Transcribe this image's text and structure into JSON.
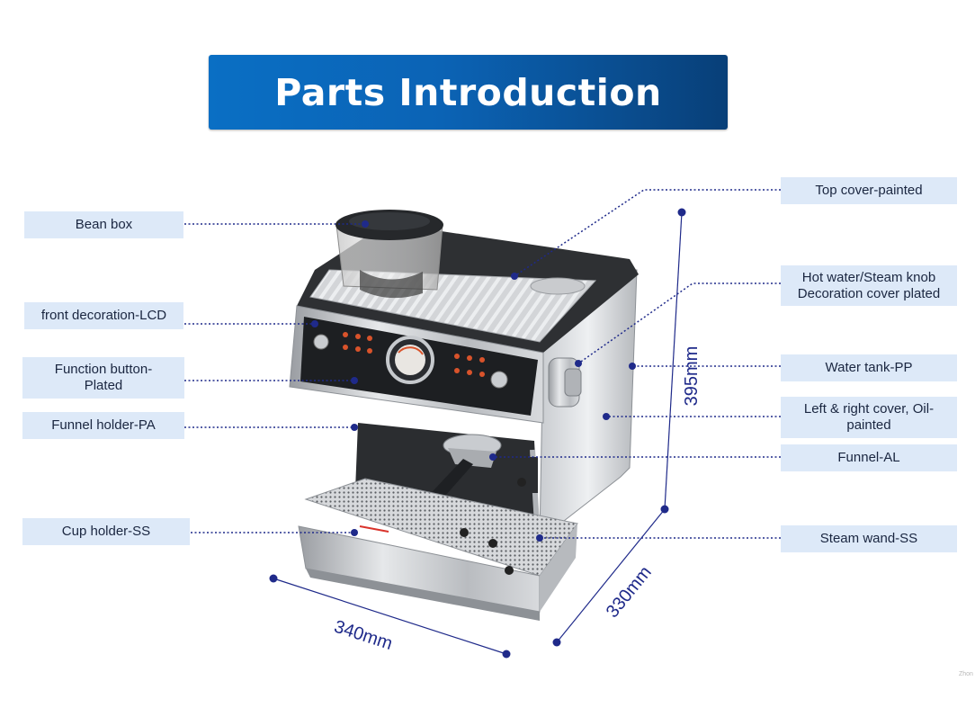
{
  "title": "Parts Introduction",
  "colors": {
    "banner": "#0a63b5",
    "label_bg": "#dde9f8",
    "leader": "#1f2a8a",
    "dimension": "#1f2a8a"
  },
  "left_labels": [
    {
      "id": "bean-box",
      "text": "Bean box"
    },
    {
      "id": "front-decoration",
      "text": "front decoration-LCD"
    },
    {
      "id": "function-button",
      "text": "Function button-\nPlated"
    },
    {
      "id": "funnel-holder",
      "text": "Funnel holder-PA"
    },
    {
      "id": "cup-holder",
      "text": "Cup holder-SS"
    }
  ],
  "right_labels": [
    {
      "id": "top-cover",
      "text": "Top cover-painted"
    },
    {
      "id": "steam-knob",
      "text": "Hot water/Steam knob\nDecoration cover plated"
    },
    {
      "id": "water-tank",
      "text": "Water tank-PP"
    },
    {
      "id": "side-cover",
      "text": "Left & right cover, Oil-\npainted"
    },
    {
      "id": "funnel",
      "text": "Funnel-AL"
    },
    {
      "id": "steam-wand",
      "text": "Steam wand-SS"
    }
  ],
  "dimensions": {
    "width": "340mm",
    "depth": "330mm",
    "height": "395mm"
  },
  "watermark": "Zhon"
}
